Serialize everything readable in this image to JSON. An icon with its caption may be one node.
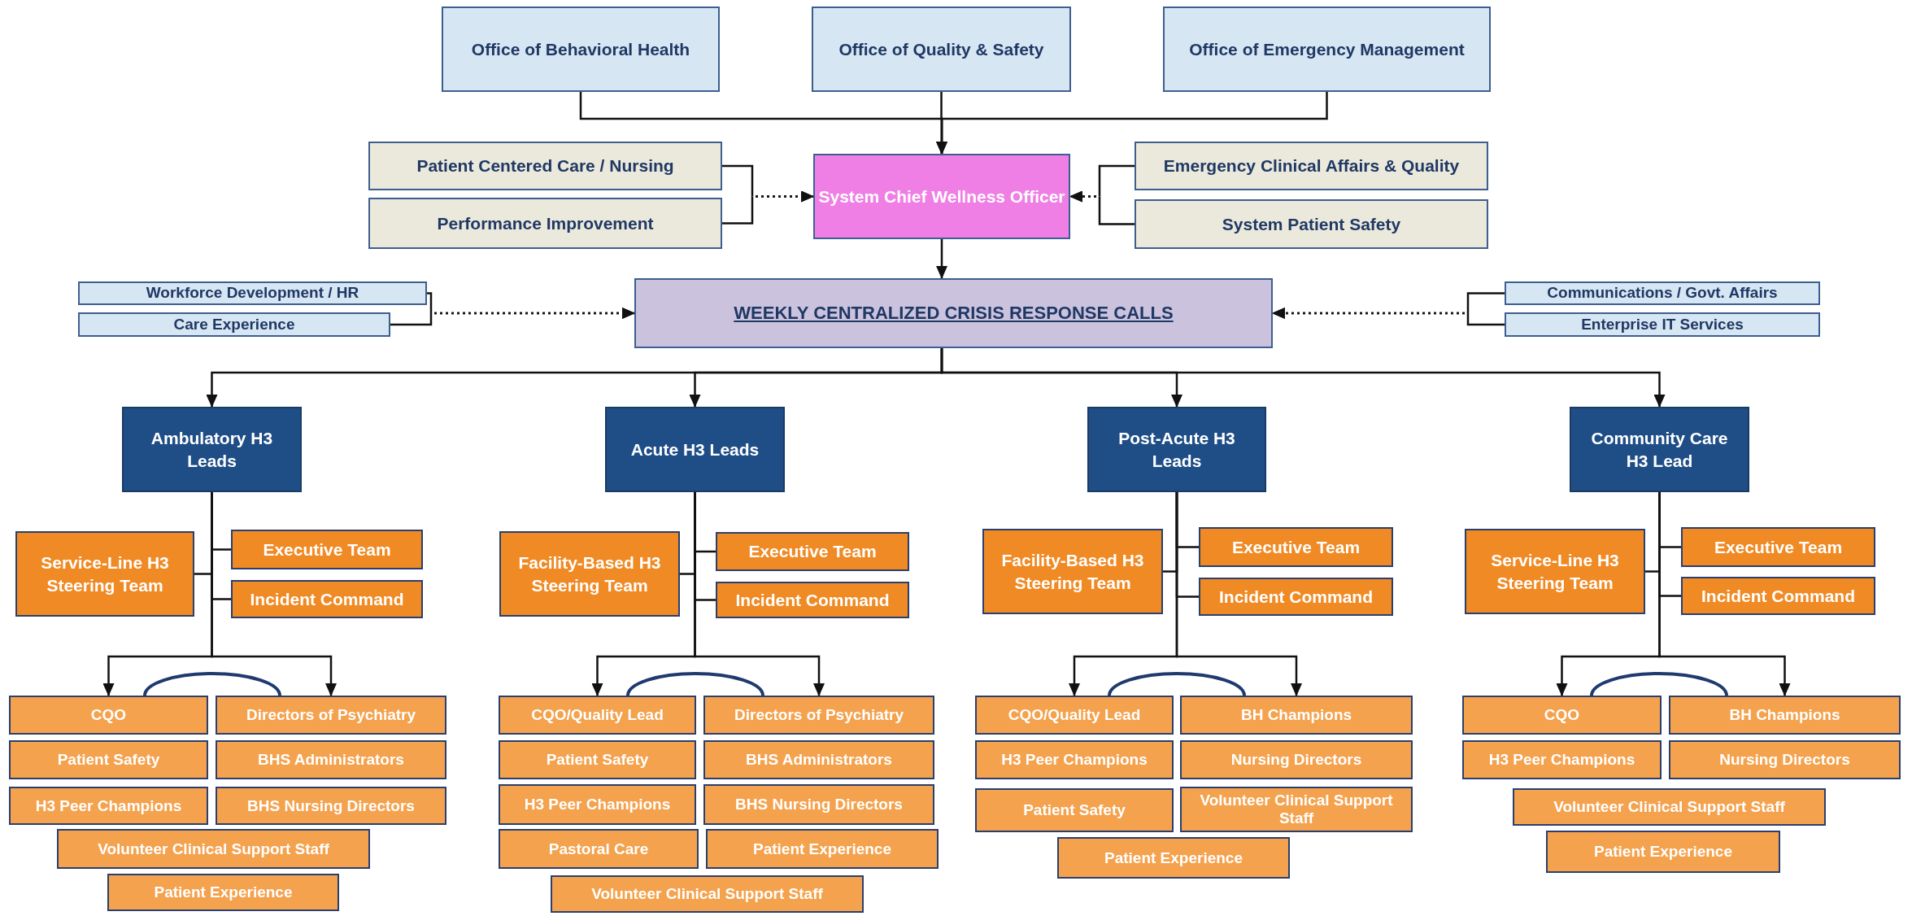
{
  "diagram": {
    "nodes": [
      {
        "text": [
          "Office of Behavioral Health"
        ]
      },
      {
        "text": [
          "Office of Quality & Safety"
        ]
      },
      {
        "text": [
          "Office of Emergency Management"
        ]
      },
      {
        "text": [
          "Patient Centered Care / Nursing"
        ]
      },
      {
        "text": [
          "Performance Improvement"
        ]
      },
      {
        "text": [
          "System Chief Wellness Officer"
        ]
      },
      {
        "text": [
          "Emergency Clinical Affairs & Quality"
        ]
      },
      {
        "text": [
          "System Patient Safety"
        ]
      },
      {
        "text": [
          "Workforce Development / HR"
        ]
      },
      {
        "text": [
          "Care Experience"
        ]
      },
      {
        "text": [
          "WEEKLY CENTRALIZED CRISIS RESPONSE CALLS"
        ]
      },
      {
        "text": [
          "Communications / Govt. Affairs"
        ]
      },
      {
        "text": [
          "Enterprise IT Services"
        ]
      },
      {
        "text": [
          "Ambulatory H3 Leads"
        ]
      },
      {
        "text": [
          "Acute H3 Leads"
        ]
      },
      {
        "text": [
          "Post-Acute H3 Leads"
        ]
      },
      {
        "text": [
          "Community Care H3 Lead"
        ]
      },
      {
        "text": [
          "Service-Line H3 Steering Team"
        ]
      },
      {
        "text": [
          "Executive Team"
        ]
      },
      {
        "text": [
          "Incident Command"
        ]
      },
      {
        "text": [
          "CQO"
        ]
      },
      {
        "text": [
          "Directors of Psychiatry"
        ]
      },
      {
        "text": [
          "Patient Safety"
        ]
      },
      {
        "text": [
          "BHS Administrators"
        ]
      },
      {
        "text": [
          "H3 Peer Champions"
        ]
      },
      {
        "text": [
          "BHS Nursing Directors"
        ]
      },
      {
        "text": [
          "Volunteer Clinical Support Staff"
        ]
      },
      {
        "text": [
          "Patient Experience"
        ]
      },
      {
        "text": [
          "Facility-Based H3 Steering Team"
        ]
      },
      {
        "text": [
          "Executive Team"
        ]
      },
      {
        "text": [
          "Incident Command"
        ]
      },
      {
        "text": [
          "CQO/Quality Lead"
        ]
      },
      {
        "text": [
          "Directors of Psychiatry"
        ]
      },
      {
        "text": [
          "Patient Safety"
        ]
      },
      {
        "text": [
          "BHS Administrators"
        ]
      },
      {
        "text": [
          "H3 Peer Champions"
        ]
      },
      {
        "text": [
          "BHS Nursing Directors"
        ]
      },
      {
        "text": [
          "Pastoral Care"
        ]
      },
      {
        "text": [
          "Patient Experience"
        ]
      },
      {
        "text": [
          "Volunteer Clinical Support Staff"
        ]
      },
      {
        "text": [
          "Facility-Based H3 Steering Team"
        ]
      },
      {
        "text": [
          "Executive Team"
        ]
      },
      {
        "text": [
          "Incident Command"
        ]
      },
      {
        "text": [
          "CQO/Quality Lead"
        ]
      },
      {
        "text": [
          "BH Champions"
        ]
      },
      {
        "text": [
          "H3 Peer Champions"
        ]
      },
      {
        "text": [
          "Nursing Directors"
        ]
      },
      {
        "text": [
          "Patient Safety"
        ]
      },
      {
        "text": [
          "Volunteer Clinical Support Staff"
        ]
      },
      {
        "text": [
          "Patient Experience"
        ]
      },
      {
        "text": [
          "Service-Line H3 Steering Team"
        ]
      },
      {
        "text": [
          "Executive Team"
        ]
      },
      {
        "text": [
          "Incident Command"
        ]
      },
      {
        "text": [
          "CQO"
        ]
      },
      {
        "text": [
          "BH Champions"
        ]
      },
      {
        "text": [
          "H3 Peer Champions"
        ]
      },
      {
        "text": [
          "Nursing Directors"
        ]
      },
      {
        "text": [
          "Volunteer Clinical Support Staff"
        ]
      },
      {
        "text": [
          "Patient Experience"
        ]
      },
      {
        "text": [],
        "shape": "arc"
      },
      {
        "text": [],
        "shape": "arc"
      },
      {
        "text": [],
        "shape": "arc"
      },
      {
        "text": [],
        "shape": "arc"
      }
    ],
    "edges": [
      {
        "from": 0,
        "to": 5,
        "arrow": "to"
      },
      {
        "from": 1,
        "to": 5,
        "arrow": "to"
      },
      {
        "from": 2,
        "to": 5,
        "arrow": "to"
      },
      {
        "from": 3,
        "to": 5,
        "arrow": "to",
        "style": "dashed"
      },
      {
        "from": 4,
        "to": 5,
        "arrow": "to",
        "style": "dashed"
      },
      {
        "from": 6,
        "to": 5,
        "arrow": "to",
        "style": "dashed"
      },
      {
        "from": 7,
        "to": 5,
        "arrow": "to",
        "style": "dashed"
      },
      {
        "from": 5,
        "to": 10,
        "arrow": "to"
      },
      {
        "from": 8,
        "to": 10,
        "arrow": "to",
        "style": "dashed"
      },
      {
        "from": 9,
        "to": 10,
        "arrow": "to",
        "style": "dashed"
      },
      {
        "from": 11,
        "to": 10,
        "arrow": "to",
        "style": "dashed"
      },
      {
        "from": 12,
        "to": 10,
        "arrow": "to",
        "style": "dashed"
      },
      {
        "from": 10,
        "to": 13,
        "arrow": "to"
      },
      {
        "from": 10,
        "to": 14,
        "arrow": "to"
      },
      {
        "from": 10,
        "to": 15,
        "arrow": "to"
      },
      {
        "from": 10,
        "to": 16,
        "arrow": "to"
      },
      {
        "from": 13,
        "to": 20,
        "arrow": "to"
      },
      {
        "from": 13,
        "to": 21,
        "arrow": "to"
      },
      {
        "from": 17,
        "to": 13,
        "arrow": "none"
      },
      {
        "from": 18,
        "to": 13,
        "arrow": "none"
      },
      {
        "from": 19,
        "to": 13,
        "arrow": "none"
      },
      {
        "from": 14,
        "to": 31,
        "arrow": "to"
      },
      {
        "from": 14,
        "to": 32,
        "arrow": "to"
      },
      {
        "from": 28,
        "to": 14,
        "arrow": "none"
      },
      {
        "from": 29,
        "to": 14,
        "arrow": "none"
      },
      {
        "from": 30,
        "to": 14,
        "arrow": "none"
      },
      {
        "from": 15,
        "to": 43,
        "arrow": "to"
      },
      {
        "from": 15,
        "to": 44,
        "arrow": "to"
      },
      {
        "from": 40,
        "to": 15,
        "arrow": "none"
      },
      {
        "from": 41,
        "to": 15,
        "arrow": "none"
      },
      {
        "from": 42,
        "to": 15,
        "arrow": "none"
      },
      {
        "from": 16,
        "to": 53,
        "arrow": "to"
      },
      {
        "from": 16,
        "to": 54,
        "arrow": "to"
      },
      {
        "from": 50,
        "to": 16,
        "arrow": "none"
      },
      {
        "from": 51,
        "to": 16,
        "arrow": "none"
      },
      {
        "from": 52,
        "to": 16,
        "arrow": "none"
      }
    ]
  }
}
